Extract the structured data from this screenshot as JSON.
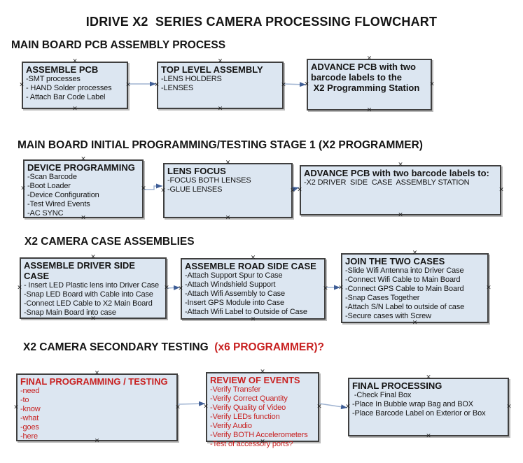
{
  "title": "IDRIVE X2  SERIES CAMERA PROCESSING FLOWCHART",
  "colors": {
    "box_fill": "#dce6f1",
    "box_border": "#3f3f3f",
    "red_text": "#c82121",
    "black_text": "#151515",
    "arrow_line": "#9fb3d1",
    "arrow_head": "#3f5e96"
  },
  "icons": {
    "connection_marker": "×"
  },
  "sections": [
    {
      "heading": "MAIN BOARD PCB ASSEMBLY PROCESS",
      "heading_suffix": "",
      "boxes": [
        {
          "title": "ASSEMBLE PCB",
          "items": [
            "-SMT processes",
            "- HAND Solder processes",
            "- Attach Bar Code Label"
          ]
        },
        {
          "title": "TOP LEVEL ASSEMBLY",
          "items": [
            "-LENS HOLDERS",
            "-LENSES"
          ]
        },
        {
          "title": "ADVANCE PCB with two\nbarcode labels to the\n X2 Programming Station",
          "items": []
        }
      ]
    },
    {
      "heading": "MAIN BOARD INITIAL PROGRAMMING/TESTING STAGE 1 (X2 PROGRAMMER)",
      "heading_suffix": "",
      "boxes": [
        {
          "title": "DEVICE PROGRAMMING",
          "items": [
            "-Scan Barcode",
            "-Boot Loader",
            "-Device Configuration",
            "-Test Wired Events",
            "-AC SYNC"
          ]
        },
        {
          "title": "LENS FOCUS",
          "items": [
            "-FOCUS BOTH LENSES",
            "-GLUE LENSES"
          ]
        },
        {
          "title": "ADVANCE PCB with two barcode labels to:",
          "items": [
            "-X2 DRIVER  SIDE  CASE  ASSEMBLY STATION"
          ]
        }
      ]
    },
    {
      "heading": "X2 CAMERA CASE ASSEMBLIES",
      "heading_suffix": "",
      "boxes": [
        {
          "title": "ASSEMBLE DRIVER SIDE CASE",
          "items": [
            "- Insert LED Plastic lens into Driver Case",
            "-Snap LED Board with Cable into Case",
            "-Connect LED Cable to X2 Main Board",
            "-Snap Main Board into case"
          ]
        },
        {
          "title": "ASSEMBLE ROAD SIDE CASE",
          "items": [
            "-Attach Support Spur to Case",
            "-Attach Windshield Support",
            "-Attach Wifi Assembly to Case",
            "-Insert GPS Module into Case",
            "-Attach Wifi Label to Outside of Case"
          ]
        },
        {
          "title": "JOIN THE TWO CASES",
          "items": [
            "-Slide Wifi Antenna into Driver Case",
            "-Connect Wifi Cable to Main Board",
            "-Connect GPS Cable to Main Board",
            "-Snap Cases Together",
            "-Attach S/N Label to outside of case",
            "-Secure cases with Screw"
          ]
        }
      ]
    },
    {
      "heading": "X2 CAMERA SECONDARY TESTING  ",
      "heading_suffix": "(x6 PROGRAMMER)?",
      "boxes": [
        {
          "title": "FINAL PROGRAMMING / TESTING",
          "items": [
            "-need",
            "-to",
            "-know",
            "-what",
            "-goes",
            "-here"
          ]
        },
        {
          "title": "REVIEW OF EVENTS",
          "items": [
            "-Verify Transfer",
            "-Verify Correct Quantity",
            "-Verify Quality of Video",
            "-Verify LEDs function",
            "-Verify Audio",
            "-Verify BOTH Accelerometers",
            "-Test of accessory ports?"
          ]
        },
        {
          "title": "FINAL PROCESSING",
          "items": [
            " -Check Final Box",
            "-Place In Bubble wrap Bag and BOX",
            "-Place Barcode Label on Exterior or Box"
          ]
        }
      ]
    }
  ]
}
